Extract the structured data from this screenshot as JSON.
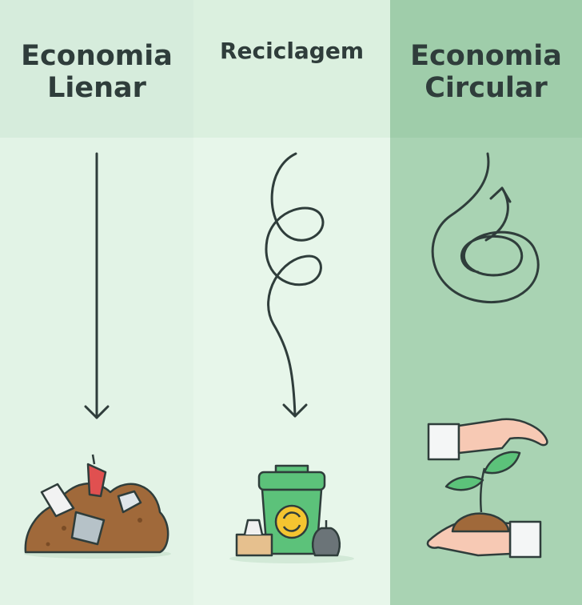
{
  "columns": [
    {
      "title": "Economia\nLienar",
      "line_icon": "straight-down-arrow-icon",
      "scene_icon": "trash-heap-icon"
    },
    {
      "title": "Reciclagem",
      "line_icon": "wavy-loop-arrow-icon",
      "scene_icon": "recycling-bin-icon"
    },
    {
      "title": "Economia\nCircular",
      "line_icon": "circular-loop-arrow-icon",
      "scene_icon": "hands-with-sprout-icon"
    }
  ],
  "colors": {
    "linear_bg": "#e2f3e6",
    "recycle_bg": "#e7f6ea",
    "circular_bg": "#a9d3b3",
    "stroke": "#2f3d3b",
    "bin_green": "#5cc27a",
    "soil_brown": "#a0693a"
  }
}
